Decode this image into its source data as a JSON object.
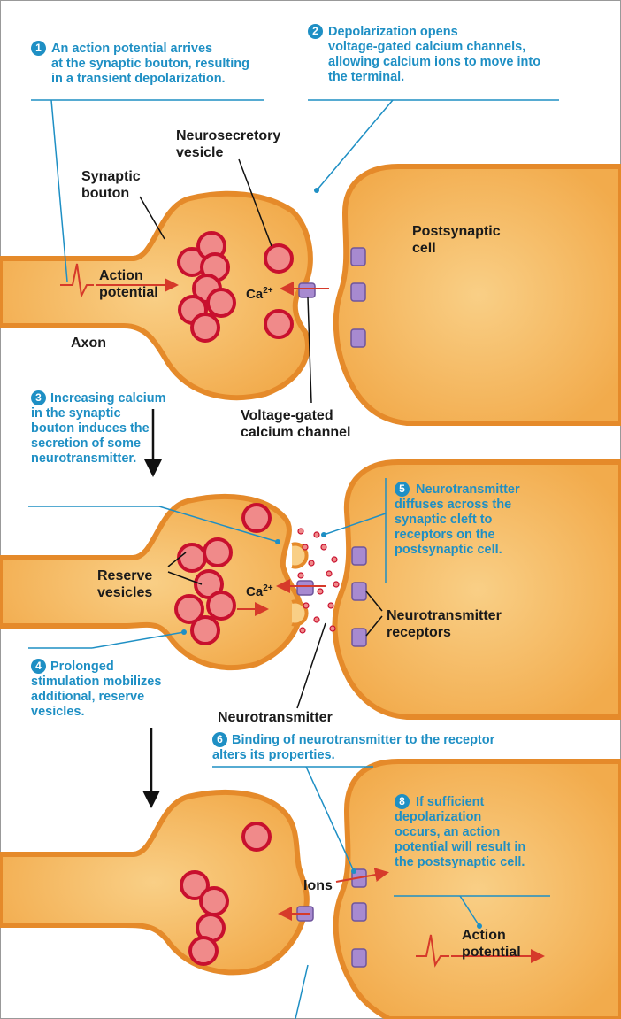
{
  "steps": [
    {
      "number": "1",
      "text": "An action potential arrives\nat the synaptic bouton, resulting\nin a transient depolarization."
    },
    {
      "number": "2",
      "text": "Depolarization opens\nvoltage-gated calcium channels,\nallowing calcium ions to move into\nthe terminal."
    },
    {
      "number": "3",
      "text": "Increasing calcium\nin the synaptic\nbouton induces the\nsecretion of some\nneurotransmitter."
    },
    {
      "number": "4",
      "text": "Prolonged\nstimulation mobilizes\nadditional, reserve\nvesicles."
    },
    {
      "number": "5",
      "text": "Neurotransmitter\ndiffuses across the\nsynaptic cleft to\nreceptors on the\npostsynaptic cell."
    },
    {
      "number": "6",
      "text": "Binding of neurotransmitter to the receptor\nalters its properties."
    },
    {
      "number": "8",
      "text": "If sufficient\ndepolarization\noccurs, an action\npotential will result in\nthe postsynaptic cell."
    }
  ],
  "labels": {
    "neurosecretory_vesicle": "Neurosecretory\nvesicle",
    "synaptic_bouton": "Synaptic\nbouton",
    "postsynaptic_cell": "Postsynaptic\ncell",
    "action_potential_1": "Action\npotential",
    "axon": "Axon",
    "voltage_gated_channel": "Voltage-gated\ncalcium channel",
    "reserve_vesicles": "Reserve\nvesicles",
    "neurotransmitter_receptors": "Neurotransmitter\nreceptors",
    "neurotransmitter": "Neurotransmitter",
    "ions": "Ions",
    "action_potential_2": "Action\npotential"
  },
  "ion_label": {
    "symbol": "Ca",
    "charge": "2+"
  },
  "colors": {
    "membrane": "#f2a33c",
    "cytoplasm": "#f7bf6a",
    "vesicle_ring": "#c8102e",
    "vesicle_fill": "#f08a8a",
    "channel": "#a78ad0",
    "callout": "#1e8fc4",
    "arrow": "#d63a2a"
  }
}
